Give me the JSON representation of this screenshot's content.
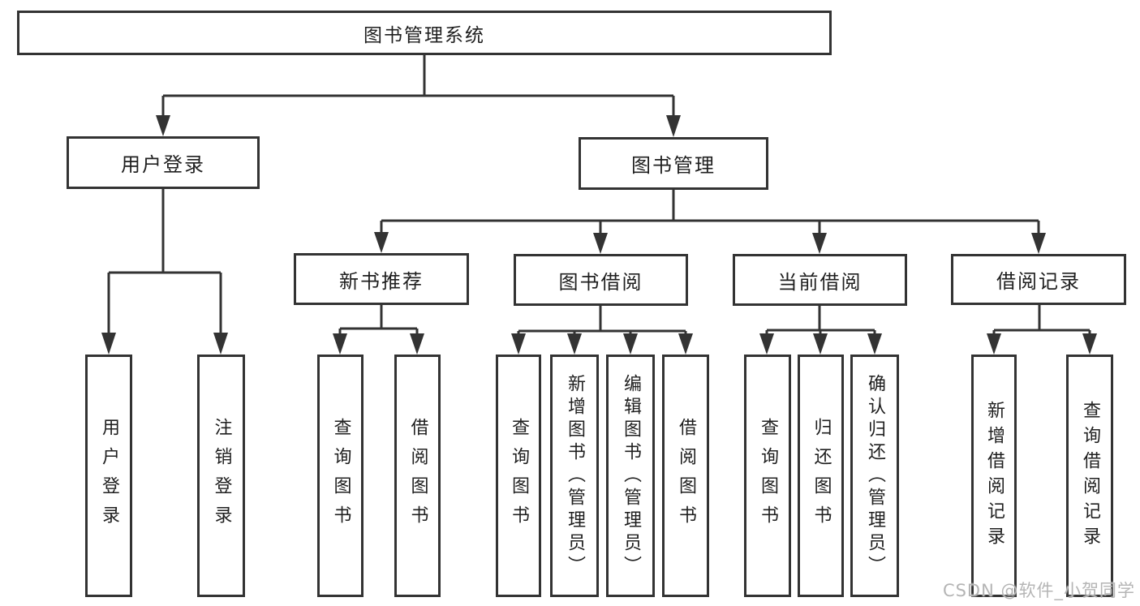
{
  "root": {
    "label": "图书管理系统"
  },
  "level2": {
    "user_login": {
      "label": "用户登录"
    },
    "book_mgmt": {
      "label": "图书管理"
    }
  },
  "level3": {
    "new_book": {
      "label": "新书推荐"
    },
    "borrow": {
      "label": "图书借阅"
    },
    "current": {
      "label": "当前借阅"
    },
    "records": {
      "label": "借阅记录"
    }
  },
  "leaves": {
    "user_login": {
      "label": "用户登录"
    },
    "logout": {
      "label": "注销登录"
    },
    "nb_query": {
      "label": "查询图书"
    },
    "nb_borrow": {
      "label": "借阅图书"
    },
    "bb_query": {
      "label": "查询图书"
    },
    "bb_add": {
      "label": "新增图书（管理员）"
    },
    "bb_edit": {
      "label": "编辑图书（管理员）"
    },
    "bb_borrow": {
      "label": "借阅图书"
    },
    "cb_query": {
      "label": "查询图书"
    },
    "cb_return": {
      "label": "归还图书"
    },
    "cb_confirm": {
      "label": "确认归还（管理员）"
    },
    "br_add": {
      "label": "新增借阅记录"
    },
    "br_query": {
      "label": "查询借阅记录"
    }
  },
  "watermark": {
    "text": "CSDN @软件_小贺同学"
  },
  "colors": {
    "line": "#333333",
    "text": "#1f1f1f",
    "watermark": "#b5b5b5",
    "background": "#ffffff"
  }
}
